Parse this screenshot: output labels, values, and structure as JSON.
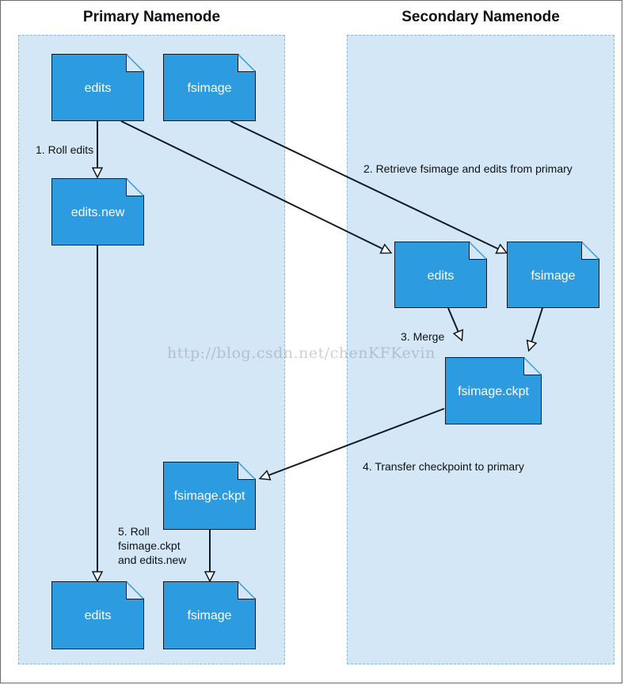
{
  "diagram": {
    "primary": {
      "title": "Primary Namenode",
      "docs": {
        "edits": "edits",
        "fsimage": "fsimage",
        "edits_new": "edits.new",
        "fsimage_ckpt": "fsimage.ckpt",
        "edits_final": "edits",
        "fsimage_final": "fsimage"
      }
    },
    "secondary": {
      "title": "Secondary Namenode",
      "docs": {
        "edits": "edits",
        "fsimage": "fsimage",
        "fsimage_ckpt": "fsimage.ckpt"
      }
    },
    "steps": {
      "roll_edits": "1. Roll edits",
      "retrieve": "2. Retrieve fsimage and edits from primary",
      "merge": "3. Merge",
      "transfer": "4. Transfer checkpoint to primary",
      "roll_line1": "5. Roll",
      "roll_line2": "fsimage.ckpt",
      "roll_line3": "and edits.new"
    },
    "watermark": "http://blog.csdn.net/chenKFKevin",
    "colors": {
      "document_fill": "#2d9be0",
      "column_fill": "#d3e7f7",
      "stroke": "#101a24"
    }
  }
}
